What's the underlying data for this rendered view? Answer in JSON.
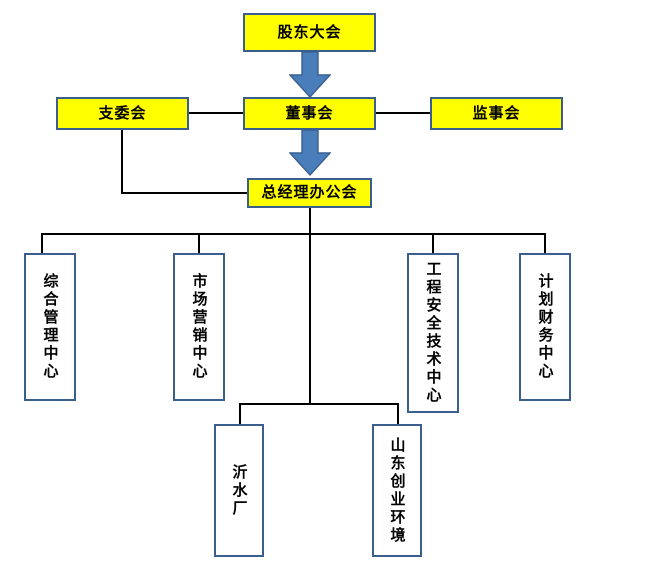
{
  "diagram": {
    "title": "",
    "colors": {
      "box_fill_primary": "#ffff00",
      "box_fill_secondary": "#ffffff",
      "box_border": "#3a5f8f",
      "arrow_fill": "#4a7ebb",
      "arrow_border": "#3a5f8f",
      "connector": "#000000",
      "background": "#ffffff"
    },
    "levels": {
      "level1": [
        {
          "id": "shareholders",
          "label": "股东大会"
        }
      ],
      "level2": [
        {
          "id": "party-committee",
          "label": "支委会"
        },
        {
          "id": "board-directors",
          "label": "董事会"
        },
        {
          "id": "board-supervisors",
          "label": "监事会"
        }
      ],
      "level3": [
        {
          "id": "gm-office",
          "label": "总经理办公会"
        }
      ],
      "level4": [
        {
          "id": "general-management-center",
          "label": "综合管理中心"
        },
        {
          "id": "marketing-center",
          "label": "市场营销中心"
        },
        {
          "id": "engineering-safety-center",
          "label": "工程安全技术中心"
        },
        {
          "id": "planning-finance-center",
          "label": "计划财务中心"
        }
      ],
      "level5": [
        {
          "id": "yishui-plant",
          "label": "沂水厂"
        },
        {
          "id": "shandong-venture-environment",
          "label": "山东创业环境"
        }
      ]
    },
    "arrows": [
      {
        "id": "arrow-shareholders-to-board",
        "from": "shareholders",
        "to": "board-directors",
        "direction": "down"
      },
      {
        "id": "arrow-board-to-gm",
        "from": "board-directors",
        "to": "gm-office",
        "direction": "down"
      }
    ]
  }
}
